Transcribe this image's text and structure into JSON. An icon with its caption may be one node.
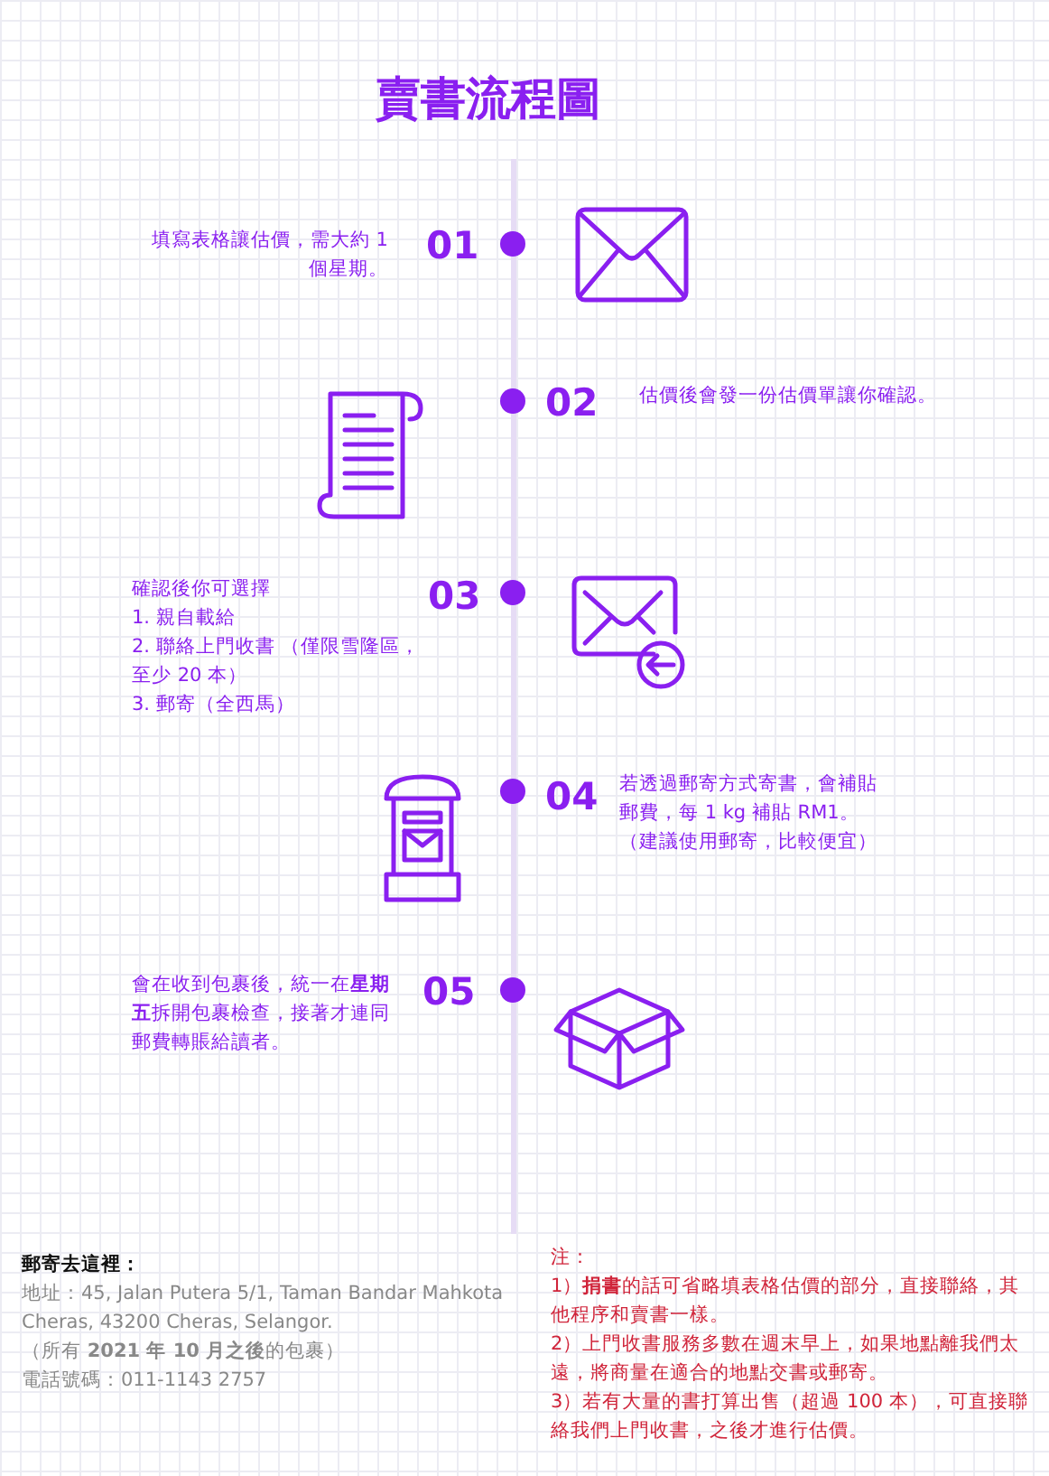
{
  "diagram": {
    "title": "賣書流程圖",
    "nodes": [
      {
        "text": [
          "填寫表格讓估價，需大約 1 個星期。",
          "01"
        ]
      },
      {
        "text": [
          "02",
          "估價後會發一份估價單讓你確認。"
        ]
      },
      {
        "text": [
          "確認後你可選擇",
          "1. 親自載給",
          "2. 聯絡上門收書 （僅限雪隆區，至少 20 本）",
          "3. 郵寄（全西馬）",
          "03"
        ]
      },
      {
        "text": [
          "04",
          "若透過郵寄方式寄書，會補貼郵費，每 1 kg 補貼 RM1。",
          "（建議使用郵寄，比較便宜）"
        ]
      },
      {
        "text": [
          "會在收到包裹後，統一在**星期五**拆開包裹檢查，接著才連同郵費轉賬給讀者。",
          "05"
        ]
      }
    ],
    "labels": [
      "郵寄去這裡：",
      "地址：45, Jalan Putera 5/1, Taman Bandar Mahkota Cheras, 43200 Cheras, Selangor.",
      "（所有 **2021 年 10 月之後**的包裹）",
      "電話號碼：011-1143 2757",
      "注：",
      "1）**捐書**的話可省略填表格估價的部分，直接聯絡，其他程序和賣書一樣。",
      "2）上門收書服務多數在週末早上，如果地點離我們太遠，將商量在適合的地點交書或郵寄。",
      "3）若有大量的書打算出售（超過 100 本），可直接聯絡我們上門收書，之後才進行估價。"
    ]
  }
}
